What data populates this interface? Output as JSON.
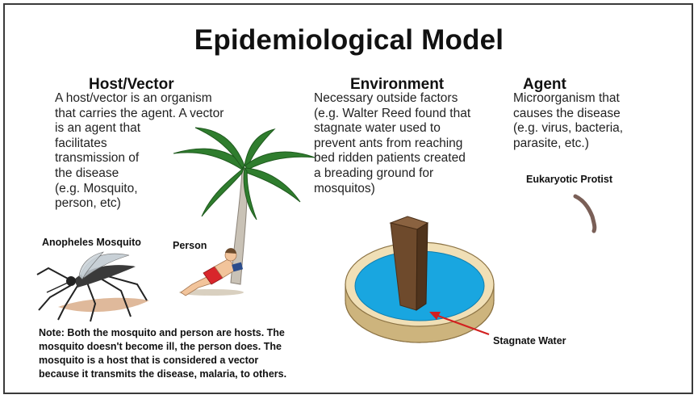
{
  "title": "Epidemiological Model",
  "host": {
    "heading": "Host/Vector",
    "text": "A host/vector is an organism\nthat carries the agent. A vector\nis an agent that\nfacilitates\ntransmission of\nthe disease\n(e.g. Mosquito,\nperson, etc)"
  },
  "environment": {
    "heading": "Environment",
    "text": "Necessary outside factors\n(e.g. Walter Reed found that\nstagnate water used to\nprevent ants from reaching\nbed ridden patients created\na breading ground for\nmosquitos)"
  },
  "agent": {
    "heading": "Agent",
    "text": "Microorganism that\ncauses the disease\n(e.g. virus, bacteria,\nparasite, etc.)"
  },
  "labels": {
    "mosquito": "Anopheles Mosquito",
    "person": "Person",
    "protist": "Eukaryotic Protist",
    "water": "Stagnate Water"
  },
  "note": "Note: Both the mosquito and person are hosts. The\nmosquito doesn't become ill, the person does. The\nmosquito is a host that is considered a vector\nbecause it transmits the disease, malaria, to others.",
  "colors": {
    "water": "#19a6e0",
    "dish": "#e9d6a7",
    "post": "#6e4a2c",
    "arrow": "#d32020",
    "protist": "#7a5f57",
    "palm_leaf": "#2f7d2e",
    "shorts": "#d8262b"
  }
}
